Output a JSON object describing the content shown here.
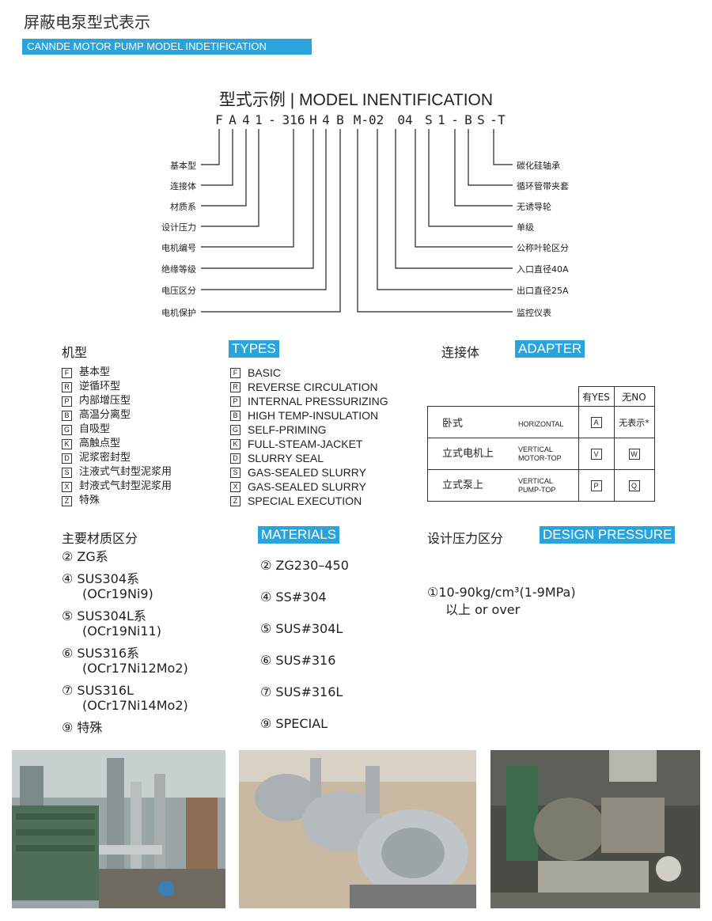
{
  "header": {
    "title_cn": "屏蔽电泵型式表示",
    "banner": "CANNDE MOTOR PUMP MODEL INDETIFICATION"
  },
  "model": {
    "title": "型式示例 | MODEL INENTIFICATION",
    "code": [
      "F",
      "A",
      "4",
      "1",
      "-",
      "316",
      "H",
      "4",
      "B",
      "M-02",
      "04",
      "S",
      "1",
      "-",
      "B",
      "S",
      "-",
      "T"
    ],
    "left_labels": [
      "基本型",
      "连接体",
      "材质系",
      "设计压力",
      "电机编号",
      "绝缘等级",
      "电压区分",
      "电机保护"
    ],
    "right_labels": [
      "碳化硅轴承",
      "循环管带夹套",
      "无诱导轮",
      "单级",
      "公称叶轮区分",
      "入口直径40A",
      "出口直径25A",
      "监控仪表"
    ]
  },
  "types": {
    "title_cn": "机型",
    "title_en": "TYPES",
    "items": [
      {
        "letter": "F",
        "cn": "基本型",
        "en": "BASIC"
      },
      {
        "letter": "R",
        "cn": "逆循环型",
        "en": "REVERSE CIRCULATION"
      },
      {
        "letter": "P",
        "cn": "内部增压型",
        "en": "INTERNAL PRESSURIZING"
      },
      {
        "letter": "B",
        "cn": "高温分离型",
        "en": "HIGH TEMP-INSULATION"
      },
      {
        "letter": "G",
        "cn": "自吸型",
        "en": "SELF-PRIMING"
      },
      {
        "letter": "K",
        "cn": "高触点型",
        "en": "FULL-STEAM-JACKET"
      },
      {
        "letter": "D",
        "cn": "泥浆密封型",
        "en": "SLURRY SEAL"
      },
      {
        "letter": "S",
        "cn": "注液式气封型泥浆用",
        "en": "GAS-SEALED SLURRY"
      },
      {
        "letter": "X",
        "cn": "封液式气封型泥浆用",
        "en": "GAS-SEALED SLURRY"
      },
      {
        "letter": "Z",
        "cn": "特殊",
        "en": "SPECIAL EXECUTION"
      }
    ]
  },
  "adapter": {
    "title_cn": "连接体",
    "title_en": "ADAPTER",
    "col_yes": "有YES",
    "col_no": "无NO",
    "rows": [
      {
        "cn": "卧式",
        "en": "HORIZONTAL",
        "yes": "A",
        "no": "无表示*",
        "no_boxed": false
      },
      {
        "cn": "立式电机上",
        "en": "VERTICAL MOTOR-TOP",
        "yes": "V",
        "no": "W",
        "no_boxed": true
      },
      {
        "cn": "立式泵上",
        "en": "VERTICAL PUMP-TOP",
        "yes": "P",
        "no": "Q",
        "no_boxed": true
      }
    ]
  },
  "materials": {
    "title_cn": "主要材质区分",
    "title_en": "MATERIALS",
    "cn_items": [
      {
        "line1": "② ZG系",
        "line2": ""
      },
      {
        "line1": "④ SUS304系",
        "line2": "(OCr19Ni9)"
      },
      {
        "line1": "⑤ SUS304L系",
        "line2": "(OCr19Ni11)"
      },
      {
        "line1": "⑥ SUS316系",
        "line2": "(OCr17Ni12Mo2)"
      },
      {
        "line1": "⑦ SUS316L",
        "line2": "(OCr17Ni14Mo2)"
      },
      {
        "line1": "⑨ 特殊",
        "line2": ""
      }
    ],
    "en_items": [
      "② ZG230–450",
      "④ SS#304",
      "⑤ SUS#304L",
      "⑥ SUS#316",
      "⑦ SUS#316L",
      "⑨ SPECIAL"
    ]
  },
  "pressure": {
    "title_cn": "设计压力区分",
    "title_en": "DESIGN PRESSURE",
    "line1": "①10-90kg/cm³(1-9MPa)",
    "line2": "以上 or over"
  }
}
